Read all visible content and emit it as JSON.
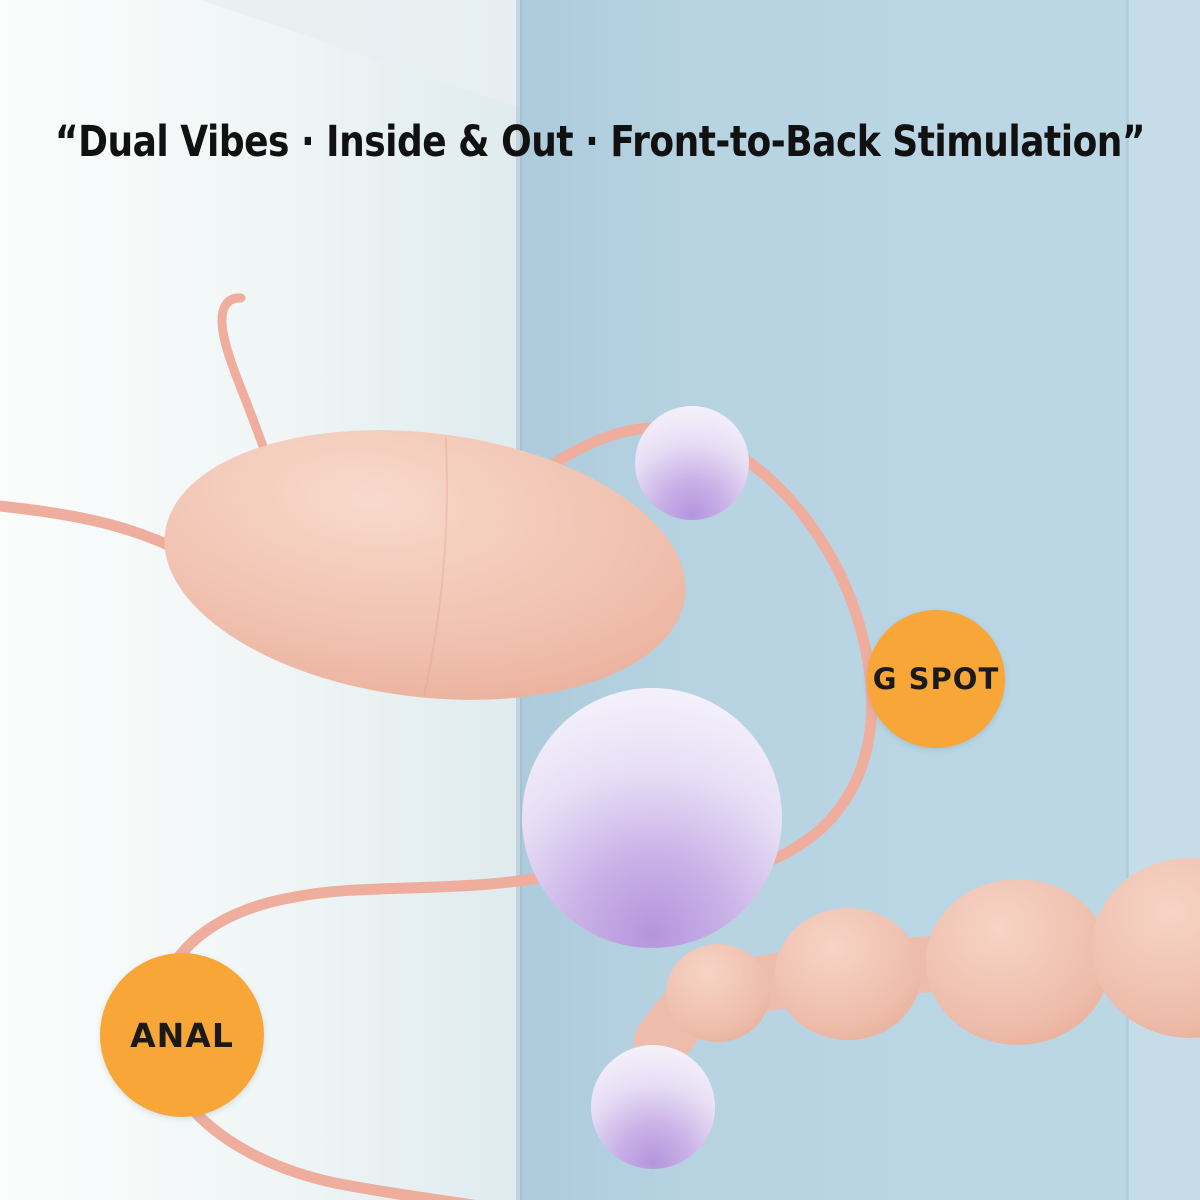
{
  "headline": "“Dual Vibes · Inside & Out · Front-to-Back Stimulation”",
  "badges": {
    "gspot": "G SPOT",
    "anal": "ANAL"
  },
  "colors": {
    "badge_orange": "#F7A637",
    "badge_text": "#1A1A1A",
    "headline_text": "#111111",
    "wall_left_light": "#F4F8F8",
    "wall_right_blue": "#B7D3E2",
    "product_pink": "#F0BFAD",
    "cord_pink": "#EFAE9D",
    "sphere_purple": "#BFA3DF",
    "sphere_white": "#F9F7FD"
  }
}
